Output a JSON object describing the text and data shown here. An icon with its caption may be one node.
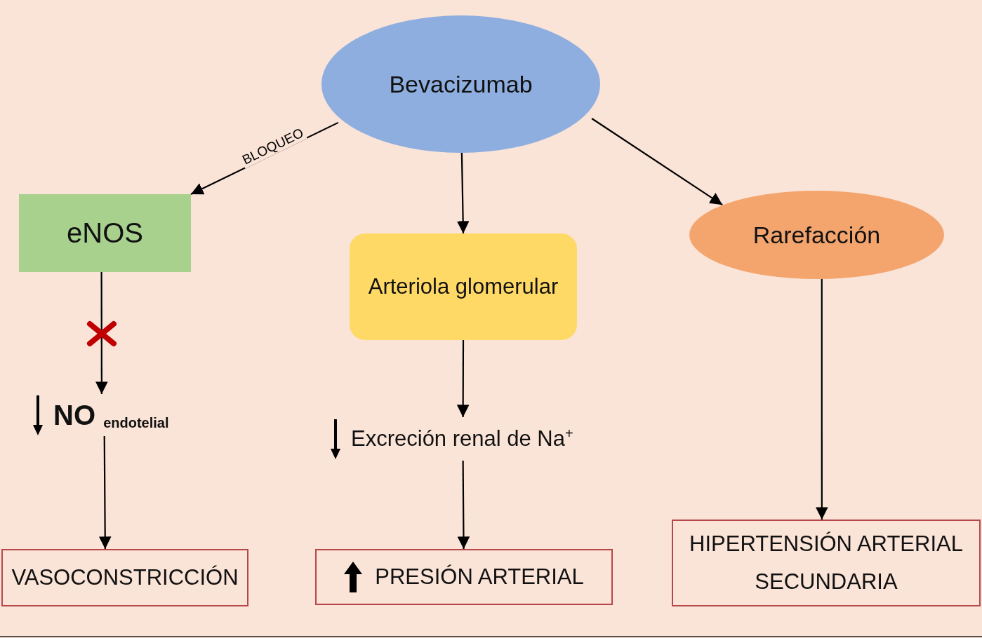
{
  "diagram": {
    "nodes": [
      {
        "text": [
          "Bevacizumab"
        ]
      },
      {
        "text": [
          "eNOS"
        ]
      },
      {
        "text": [
          "Arteriola glomerular"
        ]
      },
      {
        "text": [
          "Rarefacción"
        ]
      },
      {
        "text": [
          "NO $_{endotelial}$"
        ]
      },
      {
        "text": [
          "Excreción renal de Na$^{+}$"
        ]
      },
      {
        "text": [
          "VASOCONSTRICCIÓN"
        ]
      },
      {
        "text": [
          "PRESIÓN ARTERIAL"
        ]
      },
      {
        "text": [
          "HIPERTENSIÓN ARTERIAL SECUNDARIA"
        ]
      }
    ],
    "edges": [
      {
        "from": 0,
        "to": 1,
        "arrow": "to",
        "label": "BLOQUEO"
      },
      {
        "from": 0,
        "to": 2,
        "arrow": "to"
      },
      {
        "from": 0,
        "to": 3,
        "arrow": "to"
      },
      {
        "from": 1,
        "to": 4,
        "arrow": "to"
      },
      {
        "from": 2,
        "to": 5,
        "arrow": "to"
      },
      {
        "from": 3,
        "to": 8,
        "arrow": "to"
      },
      {
        "from": 4,
        "to": 6,
        "arrow": "to"
      },
      {
        "from": 5,
        "to": 7,
        "arrow": "to"
      }
    ]
  }
}
